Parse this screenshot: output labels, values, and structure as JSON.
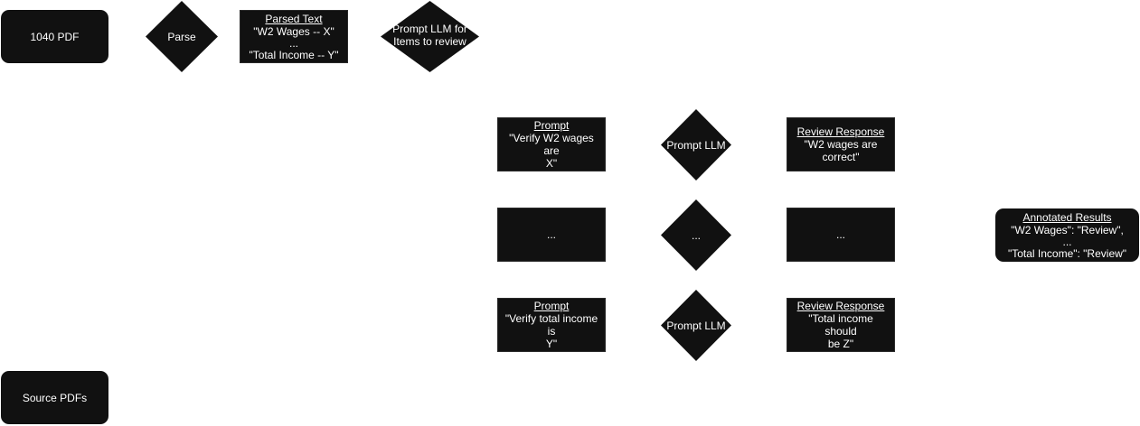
{
  "nodes": {
    "pdf_1040": "1040 PDF",
    "parse": "Parse",
    "parsed_text": {
      "title": "Parsed Text",
      "line1": "\"W2 Wages -- X\"",
      "line2": "...",
      "line3": "\"Total Income -- Y\""
    },
    "prompt_llm_items": {
      "line1": "Prompt LLM for",
      "line2": "Items to review"
    },
    "prompt_w2": {
      "title": "Prompt",
      "line1": "\"Verify W2 wages are",
      "line2": "X\""
    },
    "prompt_llm_1": "Prompt LLM",
    "review_w2": {
      "title": "Review Response",
      "line1": "\"W2 wages are",
      "line2": "correct\""
    },
    "ellipsis_prompt": "...",
    "ellipsis_llm": "...",
    "ellipsis_review": "...",
    "annotated": {
      "title": "Annotated Results",
      "line1": "\"W2 Wages\": \"Review\",",
      "line2": "...",
      "line3": "\"Total Income\": \"Review\""
    },
    "prompt_income": {
      "title": "Prompt",
      "line1": "\"Verify total income is",
      "line2": "Y\""
    },
    "prompt_llm_2": "Prompt LLM",
    "review_income": {
      "title": "Review Response",
      "line1": "\"Total income should",
      "line2": "be Z\""
    },
    "source_pdfs": "Source PDFs"
  },
  "colors": {
    "node_fill": "#111111",
    "text": "#ffffff",
    "background": "#ffffff"
  }
}
